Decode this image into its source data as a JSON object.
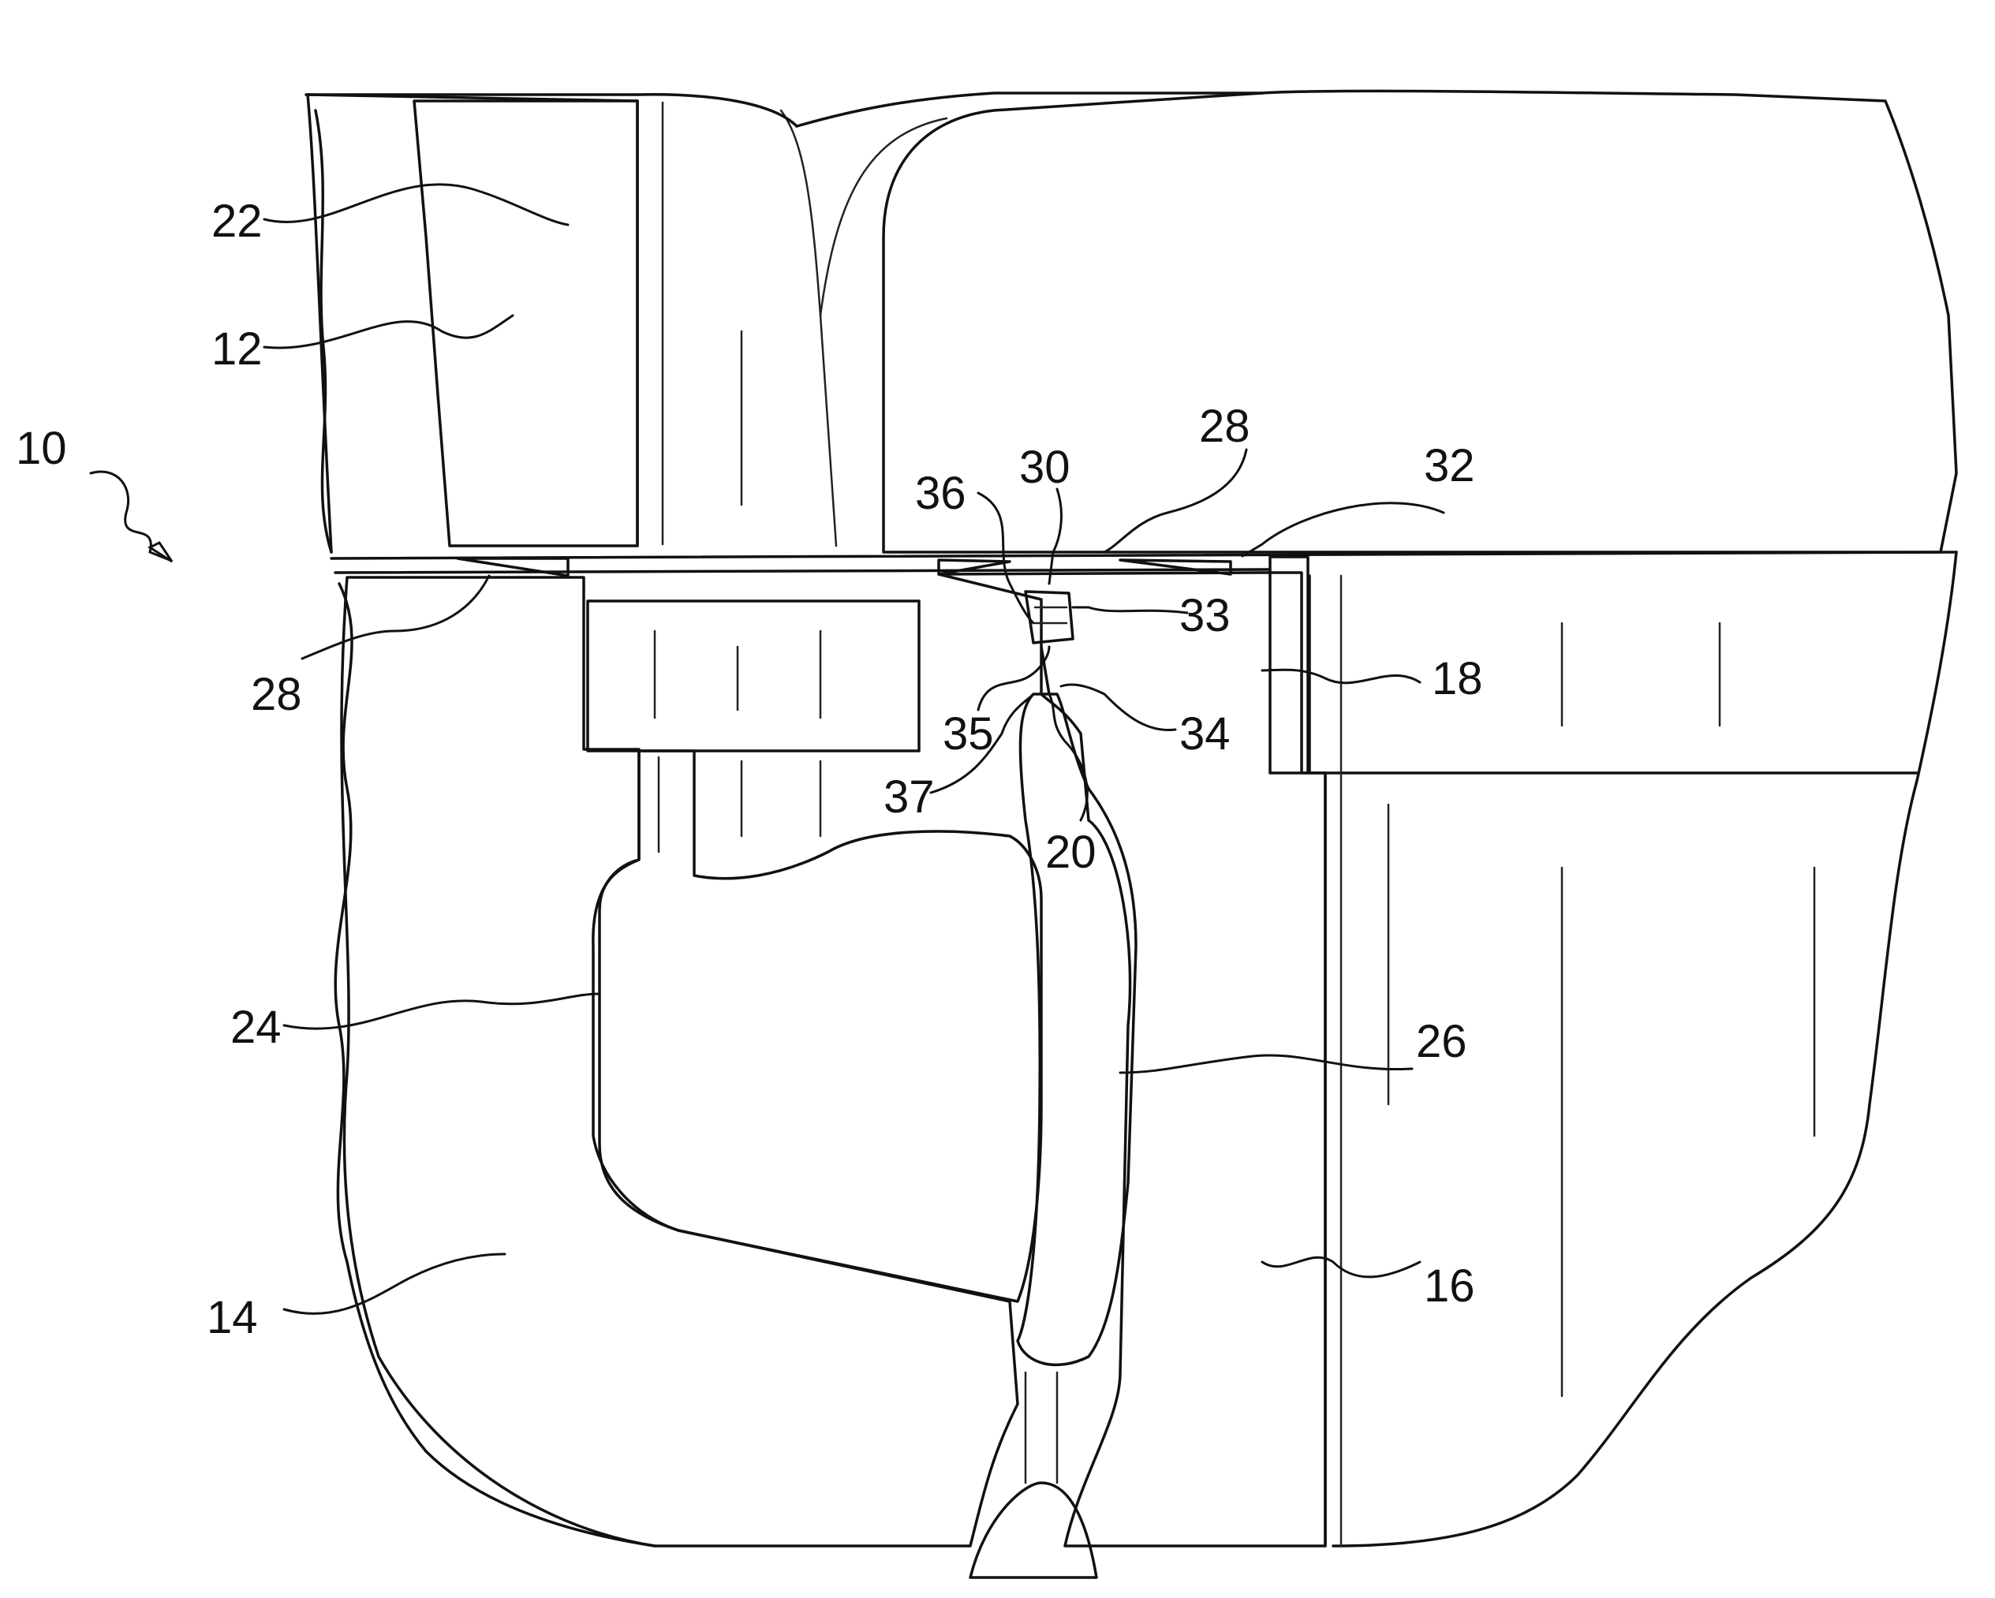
{
  "figure": {
    "labels": {
      "l10": "10",
      "l12": "12",
      "l14": "14",
      "l16": "16",
      "l18": "18",
      "l20": "20",
      "l22": "22",
      "l24": "24",
      "l26": "26",
      "l28a": "28",
      "l28b": "28",
      "l30": "30",
      "l32": "32",
      "l33": "33",
      "l34": "34",
      "l35": "35",
      "l36": "36",
      "l37": "37"
    },
    "colors": {
      "line": "#111111",
      "hatch": "#333333",
      "background": "#ffffff"
    }
  }
}
